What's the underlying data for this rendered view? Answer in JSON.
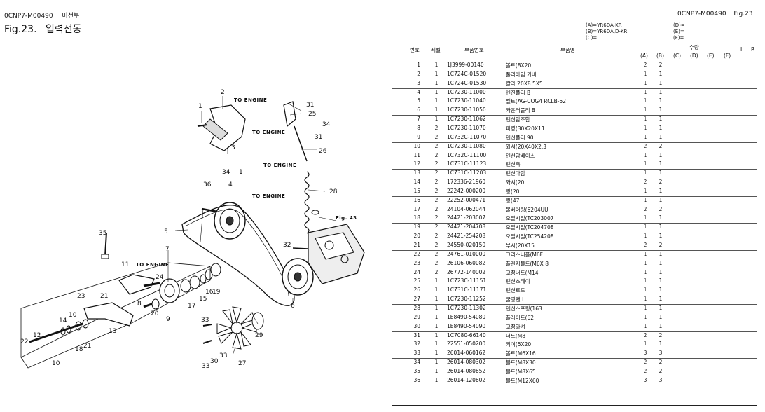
{
  "header": {
    "doc_code_left": "0CNP7-M00490",
    "category": "미션부",
    "fig_title": "Fig.23.",
    "fig_name": "입력전동",
    "doc_code_right": "0CNP7-M00490",
    "fig_ref": "Fig.23"
  },
  "models": {
    "a": "(A)=YR6DA-KR",
    "b": "(B)=YR6DA,D-KR",
    "c": "(C)=",
    "d": "(D)=",
    "e": "(E)=",
    "f": "(F)="
  },
  "columns": {
    "no": "번호",
    "level": "레벨",
    "part_no": "부품번호",
    "part_name": "부품명",
    "qty": "수량",
    "qa": "(A)",
    "qb": "(B)",
    "qc": "(C)",
    "qd": "(D)",
    "qe": "(E)",
    "qf": "(F)",
    "i": "I",
    "r": "R"
  },
  "diagram": {
    "to_engine": "TO ENGINE",
    "fig_43": "Fig. 43",
    "callouts": [
      "1",
      "2",
      "3",
      "4",
      "5",
      "6",
      "7",
      "8",
      "9",
      "10",
      "11",
      "12",
      "13",
      "14",
      "15",
      "16",
      "17",
      "18",
      "19",
      "20",
      "21",
      "22",
      "23",
      "24",
      "25",
      "26",
      "27",
      "28",
      "29",
      "30",
      "31",
      "32",
      "33",
      "34",
      "35",
      "36"
    ]
  },
  "parts": [
    {
      "no": "1",
      "level": "1",
      "part_no": "1J3999-00140",
      "name": "볼트(8X20",
      "a": "2",
      "b": "2"
    },
    {
      "no": "2",
      "level": "1",
      "part_no": "1C724C-01520",
      "name": "풀리아임 커버",
      "a": "1",
      "b": "1"
    },
    {
      "no": "3",
      "level": "1",
      "part_no": "1C724C-01530",
      "name": "칼라 20X8.5X5",
      "a": "1",
      "b": "1"
    },
    {
      "no": "4",
      "level": "1",
      "part_no": "1C7230-11000",
      "name": "엔진풀리 B",
      "a": "1",
      "b": "1"
    },
    {
      "no": "5",
      "level": "1",
      "part_no": "1C7230-11040",
      "name": "벨트(AG-COG4 RCLB-52",
      "a": "1",
      "b": "1"
    },
    {
      "no": "6",
      "level": "1",
      "part_no": "1C7230-11050",
      "name": "카운터풀리 B",
      "a": "1",
      "b": "1"
    },
    {
      "no": "7",
      "level": "1",
      "part_no": "1C7230-11062",
      "name": "텐션암조합",
      "a": "1",
      "b": "1"
    },
    {
      "no": "8",
      "level": "2",
      "part_no": "1C7230-11070",
      "name": "파킹(30X20X11",
      "a": "1",
      "b": "1"
    },
    {
      "no": "9",
      "level": "2",
      "part_no": "1C732C-11070",
      "name": "텐션풀리 90",
      "a": "1",
      "b": "1"
    },
    {
      "no": "10",
      "level": "2",
      "part_no": "1C7230-11080",
      "name": "와셔(20X40X2.3",
      "a": "2",
      "b": "2"
    },
    {
      "no": "11",
      "level": "2",
      "part_no": "1C732C-11100",
      "name": "텐션암베이스",
      "a": "1",
      "b": "1"
    },
    {
      "no": "12",
      "level": "2",
      "part_no": "1C731C-11123",
      "name": "텐션축",
      "a": "1",
      "b": "1"
    },
    {
      "no": "13",
      "level": "2",
      "part_no": "1C731C-11203",
      "name": "텐션아암",
      "a": "1",
      "b": "1"
    },
    {
      "no": "14",
      "level": "2",
      "part_no": "172336-21960",
      "name": "와셔(20",
      "a": "2",
      "b": "2"
    },
    {
      "no": "15",
      "level": "2",
      "part_no": "22242-000200",
      "name": "링(20",
      "a": "1",
      "b": "1"
    },
    {
      "no": "16",
      "level": "2",
      "part_no": "22252-000471",
      "name": "링(47",
      "a": "1",
      "b": "1"
    },
    {
      "no": "17",
      "level": "2",
      "part_no": "24104-062044",
      "name": "볼베어링(6204UU",
      "a": "2",
      "b": "2"
    },
    {
      "no": "18",
      "level": "2",
      "part_no": "24421-203007",
      "name": "오일시일(TC203007",
      "a": "1",
      "b": "1"
    },
    {
      "no": "19",
      "level": "2",
      "part_no": "24421-204708",
      "name": "오일시일(TC204708",
      "a": "1",
      "b": "1"
    },
    {
      "no": "20",
      "level": "2",
      "part_no": "24421-254208",
      "name": "오일시일(TC254208",
      "a": "1",
      "b": "1"
    },
    {
      "no": "21",
      "level": "2",
      "part_no": "24550-020150",
      "name": "부시(20X15",
      "a": "2",
      "b": "2"
    },
    {
      "no": "22",
      "level": "2",
      "part_no": "24761-010000",
      "name": "그리스니플(M6F",
      "a": "1",
      "b": "1"
    },
    {
      "no": "23",
      "level": "2",
      "part_no": "26106-060082",
      "name": "플랜지볼트(M6X 8",
      "a": "1",
      "b": "1"
    },
    {
      "no": "24",
      "level": "2",
      "part_no": "26772-140002",
      "name": "고정너트(M14",
      "a": "1",
      "b": "1"
    },
    {
      "no": "25",
      "level": "1",
      "part_no": "1C723C-11151",
      "name": "텐션스테이",
      "a": "1",
      "b": "1"
    },
    {
      "no": "26",
      "level": "1",
      "part_no": "1C731C-11171",
      "name": "텐션로드",
      "a": "1",
      "b": "1"
    },
    {
      "no": "27",
      "level": "1",
      "part_no": "1C7230-11252",
      "name": "쿨링팬 L",
      "a": "1",
      "b": "1"
    },
    {
      "no": "28",
      "level": "1",
      "part_no": "1C7230-11302",
      "name": "텐션스프링(163",
      "a": "1",
      "b": "1"
    },
    {
      "no": "29",
      "level": "1",
      "part_no": "1E8490-54080",
      "name": "플레이트(62",
      "a": "1",
      "b": "1"
    },
    {
      "no": "30",
      "level": "1",
      "part_no": "1E8490-54090",
      "name": "고정와셔",
      "a": "1",
      "b": "1"
    },
    {
      "no": "31",
      "level": "1",
      "part_no": "1C7080-66140",
      "name": "너트(M8",
      "a": "2",
      "b": "2"
    },
    {
      "no": "32",
      "level": "1",
      "part_no": "22551-050200",
      "name": "키이(5X20",
      "a": "1",
      "b": "1"
    },
    {
      "no": "33",
      "level": "1",
      "part_no": "26014-060162",
      "name": "볼트(M6X16",
      "a": "3",
      "b": "3"
    },
    {
      "no": "34",
      "level": "1",
      "part_no": "26014-080302",
      "name": "볼트(M8X30",
      "a": "2",
      "b": "2"
    },
    {
      "no": "35",
      "level": "1",
      "part_no": "26014-080652",
      "name": "볼트(M8X65",
      "a": "2",
      "b": "2"
    },
    {
      "no": "36",
      "level": "1",
      "part_no": "26014-120602",
      "name": "볼트(M12X60",
      "a": "3",
      "b": "3"
    }
  ]
}
